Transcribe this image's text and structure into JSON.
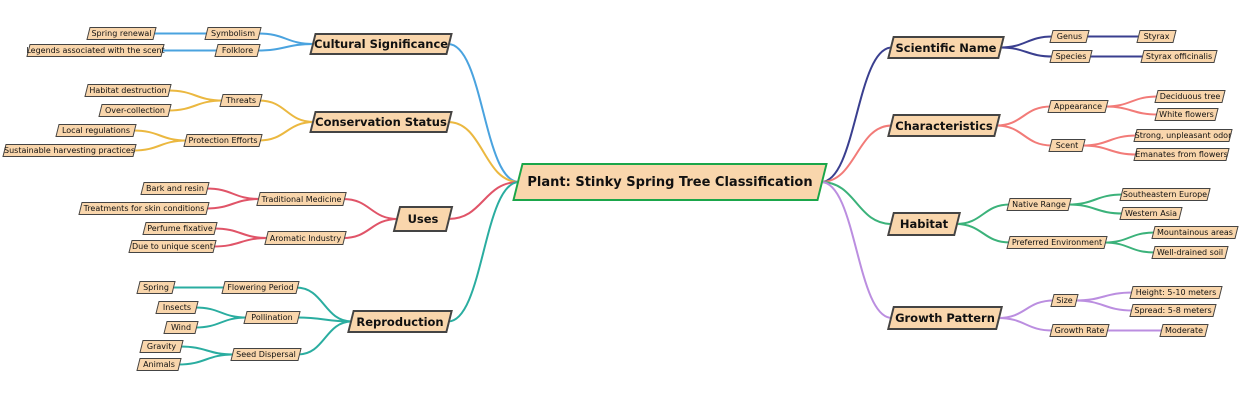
{
  "root": {
    "label": "Plant: Stinky Spring Tree Classification"
  },
  "colors": {
    "node_fill": "#f9d6ac",
    "node_border": "#444444",
    "root_border": "#1aa64a",
    "cultural": "#4aa3df",
    "conservation": "#ebb840",
    "uses": "#e05468",
    "reproduction": "#2aada0",
    "scientific": "#3a3f8f",
    "characteristics": "#f27b78",
    "habitat": "#3bb27a",
    "growth": "#bb8ee0"
  },
  "branches": {
    "cultural": {
      "label": "Cultural Significance",
      "children": [
        {
          "label": "Symbolism",
          "children": [
            {
              "label": "Spring renewal"
            }
          ]
        },
        {
          "label": "Folklore",
          "children": [
            {
              "label": "Legends associated with the scent"
            }
          ]
        }
      ]
    },
    "conservation": {
      "label": "Conservation Status",
      "children": [
        {
          "label": "Threats",
          "children": [
            {
              "label": "Habitat destruction"
            },
            {
              "label": "Over-collection"
            }
          ]
        },
        {
          "label": "Protection Efforts",
          "children": [
            {
              "label": "Local regulations"
            },
            {
              "label": "Sustainable harvesting practices"
            }
          ]
        }
      ]
    },
    "uses": {
      "label": "Uses",
      "children": [
        {
          "label": "Traditional Medicine",
          "children": [
            {
              "label": "Bark and resin"
            },
            {
              "label": "Treatments for skin conditions"
            }
          ]
        },
        {
          "label": "Aromatic Industry",
          "children": [
            {
              "label": "Perfume fixative"
            },
            {
              "label": "Due to unique scent"
            }
          ]
        }
      ]
    },
    "reproduction": {
      "label": "Reproduction",
      "children": [
        {
          "label": "Flowering Period",
          "children": [
            {
              "label": "Spring"
            }
          ]
        },
        {
          "label": "Pollination",
          "children": [
            {
              "label": "Insects"
            },
            {
              "label": "Wind"
            }
          ]
        },
        {
          "label": "Seed Dispersal",
          "children": [
            {
              "label": "Gravity"
            },
            {
              "label": "Animals"
            }
          ]
        }
      ]
    },
    "scientific": {
      "label": "Scientific Name",
      "children": [
        {
          "label": "Genus",
          "children": [
            {
              "label": "Styrax"
            }
          ]
        },
        {
          "label": "Species",
          "children": [
            {
              "label": "Styrax officinalis"
            }
          ]
        }
      ]
    },
    "characteristics": {
      "label": "Characteristics",
      "children": [
        {
          "label": "Appearance",
          "children": [
            {
              "label": "Deciduous tree"
            },
            {
              "label": "White flowers"
            }
          ]
        },
        {
          "label": "Scent",
          "children": [
            {
              "label": "Strong, unpleasant odor"
            },
            {
              "label": "Emanates from flowers"
            }
          ]
        }
      ]
    },
    "habitat": {
      "label": "Habitat",
      "children": [
        {
          "label": "Native Range",
          "children": [
            {
              "label": "Southeastern Europe"
            },
            {
              "label": "Western Asia"
            }
          ]
        },
        {
          "label": "Preferred Environment",
          "children": [
            {
              "label": "Mountainous areas"
            },
            {
              "label": "Well-drained soil"
            }
          ]
        }
      ]
    },
    "growth": {
      "label": "Growth Pattern",
      "children": [
        {
          "label": "Size",
          "children": [
            {
              "label": "Height: 5-10 meters"
            },
            {
              "label": "Spread: 5-8 meters"
            }
          ]
        },
        {
          "label": "Growth Rate",
          "children": [
            {
              "label": "Moderate"
            }
          ]
        }
      ]
    }
  }
}
